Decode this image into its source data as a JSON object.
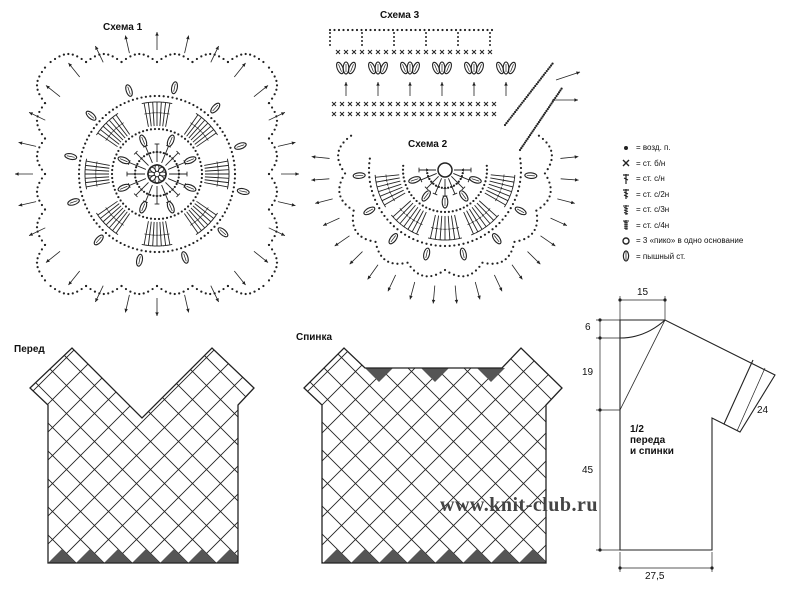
{
  "schemes": {
    "scheme1_title": "Схема 1",
    "scheme2_title": "Схема 2",
    "scheme3_title": "Схема 3"
  },
  "legend": [
    {
      "icon": "chain-stitch-icon",
      "label": "= возд. п."
    },
    {
      "icon": "single-crochet-icon",
      "label": "= ст. б/н"
    },
    {
      "icon": "double-crochet-icon",
      "label": "= ст. с/н"
    },
    {
      "icon": "double-treble-icon",
      "label": "= ст. с/2н"
    },
    {
      "icon": "triple-treble-icon",
      "label": "= ст. с/3н"
    },
    {
      "icon": "quadruple-treble-icon",
      "label": "= ст. с/4н"
    },
    {
      "icon": "picot-icon",
      "label": "= 3 «пико» в одно основание"
    },
    {
      "icon": "puff-stitch-icon",
      "label": "= пышный ст."
    }
  ],
  "panels": {
    "front_title": "Перед",
    "back_title": "Спинка"
  },
  "pattern": {
    "dim_top": "15",
    "dim_shoulder": "6",
    "dim_armhole": "19",
    "dim_sleeve": "24",
    "dim_body": "45",
    "dim_bottom": "27,5",
    "label_line1": "1/2",
    "label_line2": "переда",
    "label_line3": "и спинки"
  },
  "watermark": "www.knit-club.ru",
  "colors": {
    "line": "#222222",
    "fill_dark": "#555555",
    "background": "#ffffff"
  }
}
